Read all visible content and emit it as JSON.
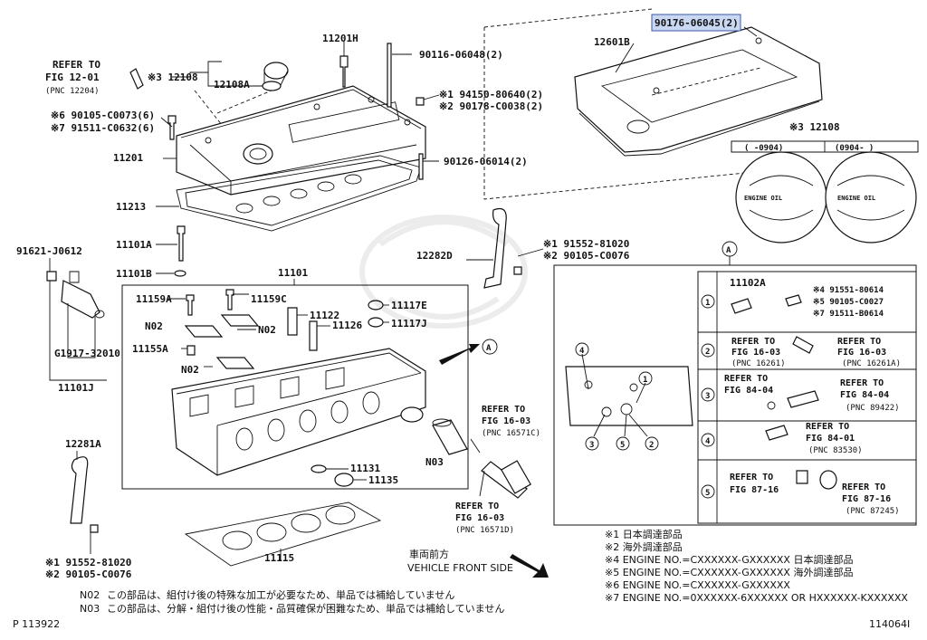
{
  "callouts": {
    "refer_12_01": [
      "REFER TO",
      "FIG 12-01",
      "(PNC 12204)"
    ],
    "p12108": "※3 12108",
    "p12108A": "12108A",
    "p11201H": "11201H",
    "p90116": "90116-06048(2)",
    "p94150": "※1 94150-80640(2)",
    "p90178": "※2 90178-C0038(2)",
    "p690105": "※6 90105-C0073(6)",
    "p791511": "※7 91511-C0632(6)",
    "p11201": "11201",
    "p90126": "90126-06014(2)",
    "p11213": "11213",
    "p11101A": "11101A",
    "p11101B": "11101B",
    "p91621": "91621-J0612",
    "pG1917": "G1917-32010",
    "p11101J": "11101J",
    "p11101": "11101",
    "p11159A": "11159A",
    "p11159C": "11159C",
    "p11122": "11122",
    "p11117E": "11117E",
    "p11126": "11126",
    "p11117J": "11117J",
    "pN02a": "N02",
    "pN02b": "N02",
    "pN02c": "N02",
    "p11155A": "11155A",
    "p11131": "11131",
    "p11135": "11135",
    "pN03": "N03",
    "p11115": "11115",
    "p12281A": "12281A",
    "p191552b": "※1 91552-81020",
    "p290105b": "※2 90105-C0076",
    "p12282D": "12282D",
    "p191552a": "※1 91552-81020",
    "p290105a": "※2 90105-C0076",
    "p90176": "90176-06045(2)",
    "p12601B": "12601B",
    "p12108b": "※3 12108",
    "cap_left_range": "(    -0904)",
    "cap_right_range": "(0904-    )",
    "cap_text": "ENGINE OIL",
    "refer_16_03c": [
      "REFER TO",
      "FIG 16-03",
      "(PNC 16571C)"
    ],
    "refer_16_03d": [
      "REFER TO",
      "FIG 16-03",
      "(PNC 16571D)"
    ],
    "view_a": "A"
  },
  "detail": {
    "title": "A",
    "rows": [
      {
        "num": "1",
        "part": "11102A",
        "refs": [
          "※4 91551-80614",
          "※5 90105-C0027",
          "※7 91511-B0614"
        ]
      },
      {
        "num": "2",
        "left": [
          "REFER TO",
          "FIG 16-03",
          "(PNC 16261)"
        ],
        "right": [
          "REFER TO",
          "FIG 16-03",
          "(PNC 16261A)"
        ]
      },
      {
        "num": "3",
        "left": [
          "REFER TO",
          "FIG 84-04"
        ],
        "right": [
          "REFER TO",
          "FIG 84-04",
          "(PNC 89422)"
        ]
      },
      {
        "num": "4",
        "left": [],
        "right": [
          "REFER TO",
          "FIG 84-01",
          "(PNC 83530)"
        ]
      },
      {
        "num": "5",
        "left": [
          "REFER TO",
          "FIG 87-16"
        ],
        "right": [
          "REFER TO",
          "FIG 87-16",
          "(PNC 87245)"
        ]
      }
    ]
  },
  "legend": [
    "※1 日本調達部品",
    "※2 海外調達部品",
    "※4 ENGINE NO.=CXXXXXX-GXXXXXX 日本調達部品",
    "※5 ENGINE NO.=CXXXXXX-GXXXXXX 海外調達部品",
    "※6 ENGINE NO.=CXXXXXX-GXXXXXX",
    "※7 ENGINE NO.=0XXXXXX-6XXXXXX OR HXXXXXX-KXXXXXX"
  ],
  "front": {
    "jp": "車両前方",
    "en": "VEHICLE FRONT SIDE"
  },
  "notes": [
    {
      "code": "N02",
      "text": "この部品は、組付け後の特殊な加工が必要なため、単品では補給していません"
    },
    {
      "code": "N03",
      "text": "この部品は、分解・組付け後の性能・品質確保が困難なため、単品では補給していません"
    }
  ],
  "footer": {
    "left": "P 113922",
    "right": "114064I"
  }
}
